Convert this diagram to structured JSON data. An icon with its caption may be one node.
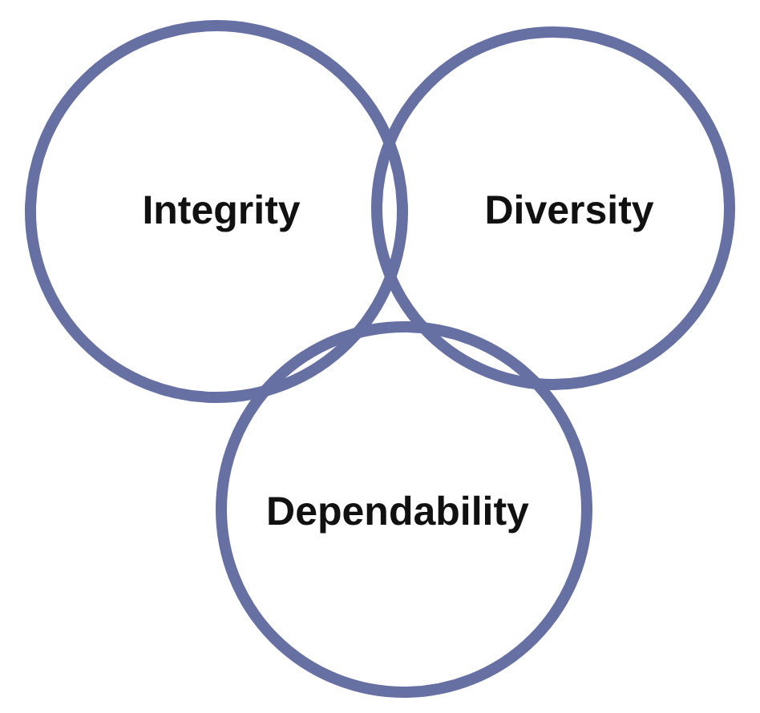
{
  "diagram": {
    "nodes": [
      {
        "text": [
          "Integrity"
        ]
      },
      {
        "text": [
          "Diversity"
        ]
      },
      {
        "text": [
          "Dependability"
        ]
      }
    ]
  }
}
